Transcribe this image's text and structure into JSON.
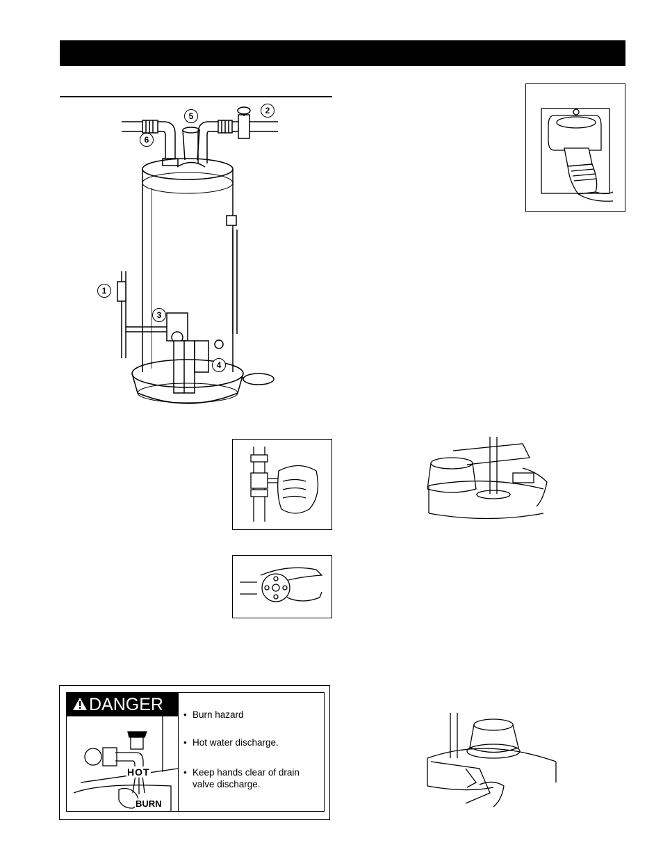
{
  "figure_callouts": [
    "1",
    "2",
    "3",
    "4",
    "5",
    "6"
  ],
  "danger_label": {
    "icon": "warning-triangle-icon",
    "heading": "DANGER",
    "bullets": [
      "Burn hazard",
      "Hot water discharge.",
      "Keep hands clear of drain valve discharge."
    ],
    "picture_words": [
      "HOT",
      "BURN"
    ]
  }
}
